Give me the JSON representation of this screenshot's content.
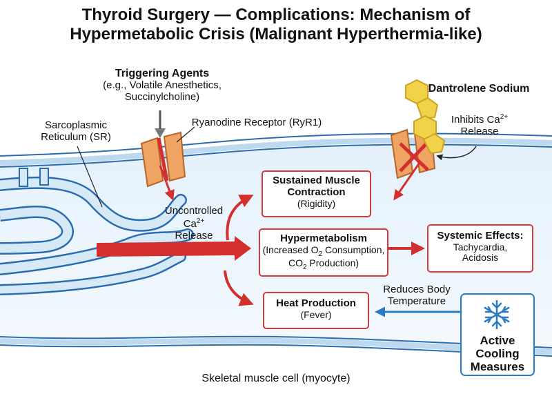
{
  "title": {
    "line1": "Thyroid Surgery — Complications: Mechanism of",
    "line2": "Hypermetabolic Crisis (Malignant Hyperthermia-like)"
  },
  "triggers": {
    "heading": "Triggering Agents",
    "line1": "(e.g., Volatile Anesthetics,",
    "line2": "Succinylcholine)"
  },
  "sr_label": {
    "line1": "Sarcoplasmic",
    "line2": "Reticulum (SR)"
  },
  "ryr1_label": "Ryanodine Receptor (RyR1)",
  "dantrolene": {
    "name": "Dantrolene Sodium",
    "inhibits_line1": "Inhibits Ca",
    "inhibits_sup": "2+",
    "inhibits_line2": "Release"
  },
  "release_label": {
    "line1": "Uncontrolled",
    "ca": "Ca",
    "sup": "2+",
    "line3": "Release"
  },
  "boxes": {
    "contraction": {
      "title_line1": "Sustained Muscle",
      "title_line2": "Contraction",
      "sub": "(Rigidity)"
    },
    "hypermetabolism": {
      "title": "Hypermetabolism",
      "sub1_a": "(Increased O",
      "sub1_sub": "2",
      "sub1_b": " Consumption,",
      "sub2_a": "CO",
      "sub2_sub": "2",
      "sub2_b": " Production)"
    },
    "systemic": {
      "title": "Systemic Effects:",
      "line1": "Tachycardia,",
      "line2": "Acidosis"
    },
    "heat": {
      "title": "Heat Production",
      "sub": "(Fever)"
    }
  },
  "reduces_label": {
    "line1": "Reduces Body",
    "line2": "Temperature"
  },
  "cooling": {
    "line1": "Active",
    "line2": "Cooling",
    "line3": "Measures",
    "icon": "snowflake-icon"
  },
  "cell_label": "Skeletal muscle cell (myocyte)",
  "colors": {
    "membrane_light": "#dcecf8",
    "membrane_dark": "#2b6cb0",
    "cell_fill": "#eef6fc",
    "arrow_red": "#d32f2f",
    "box_border": "#d63a3a",
    "receptor_orange": "#f0a463",
    "receptor_dark": "#b8642a",
    "drug_yellow": "#f2d24a",
    "cool_blue": "#2b7bc4"
  }
}
